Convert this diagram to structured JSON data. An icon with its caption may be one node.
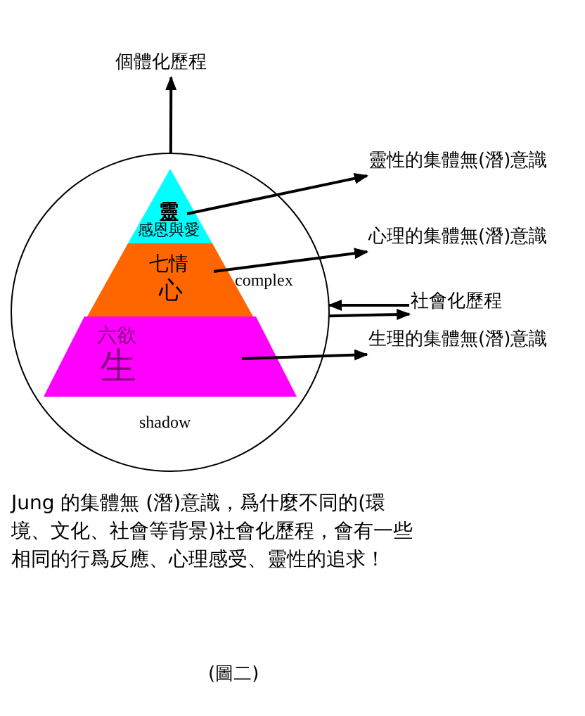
{
  "diagram": {
    "nodes": [
      {
        "text": [
          "complex",
          "shadow"
        ]
      },
      {
        "text": [
          "靈",
          "感恩與愛"
        ],
        "in": 0
      },
      {
        "text": [
          "七情",
          "心"
        ],
        "in": 0
      },
      {
        "text": [
          "六欲",
          "生"
        ],
        "in": 0
      },
      {
        "text": [
          "個體化歷程"
        ]
      },
      {
        "text": [
          "靈性的集體無(潛)意識"
        ]
      },
      {
        "text": [
          "心理的集體無(潛)意識"
        ]
      },
      {
        "text": [
          "社會化歷程"
        ]
      },
      {
        "text": [
          "生理的集體無(潛)意識"
        ]
      }
    ],
    "edges": [
      {
        "from": 0,
        "to": 4,
        "arrow": "to"
      },
      {
        "from": 1,
        "to": 5,
        "arrow": "to"
      },
      {
        "from": 2,
        "to": 6,
        "arrow": "to"
      },
      {
        "from": 7,
        "to": 0,
        "arrow": "to"
      },
      {
        "from": 0,
        "to": 7,
        "arrow": "to"
      },
      {
        "from": 3,
        "to": 8,
        "arrow": "to"
      }
    ],
    "labels": [
      "Jung 的集體無 (潛)意識，爲什麼不同的(環境、文化、社會等背景)社會化歷程，會有一些相同的行爲反應、心理感受、靈性的追求！",
      "(圖二)"
    ]
  }
}
